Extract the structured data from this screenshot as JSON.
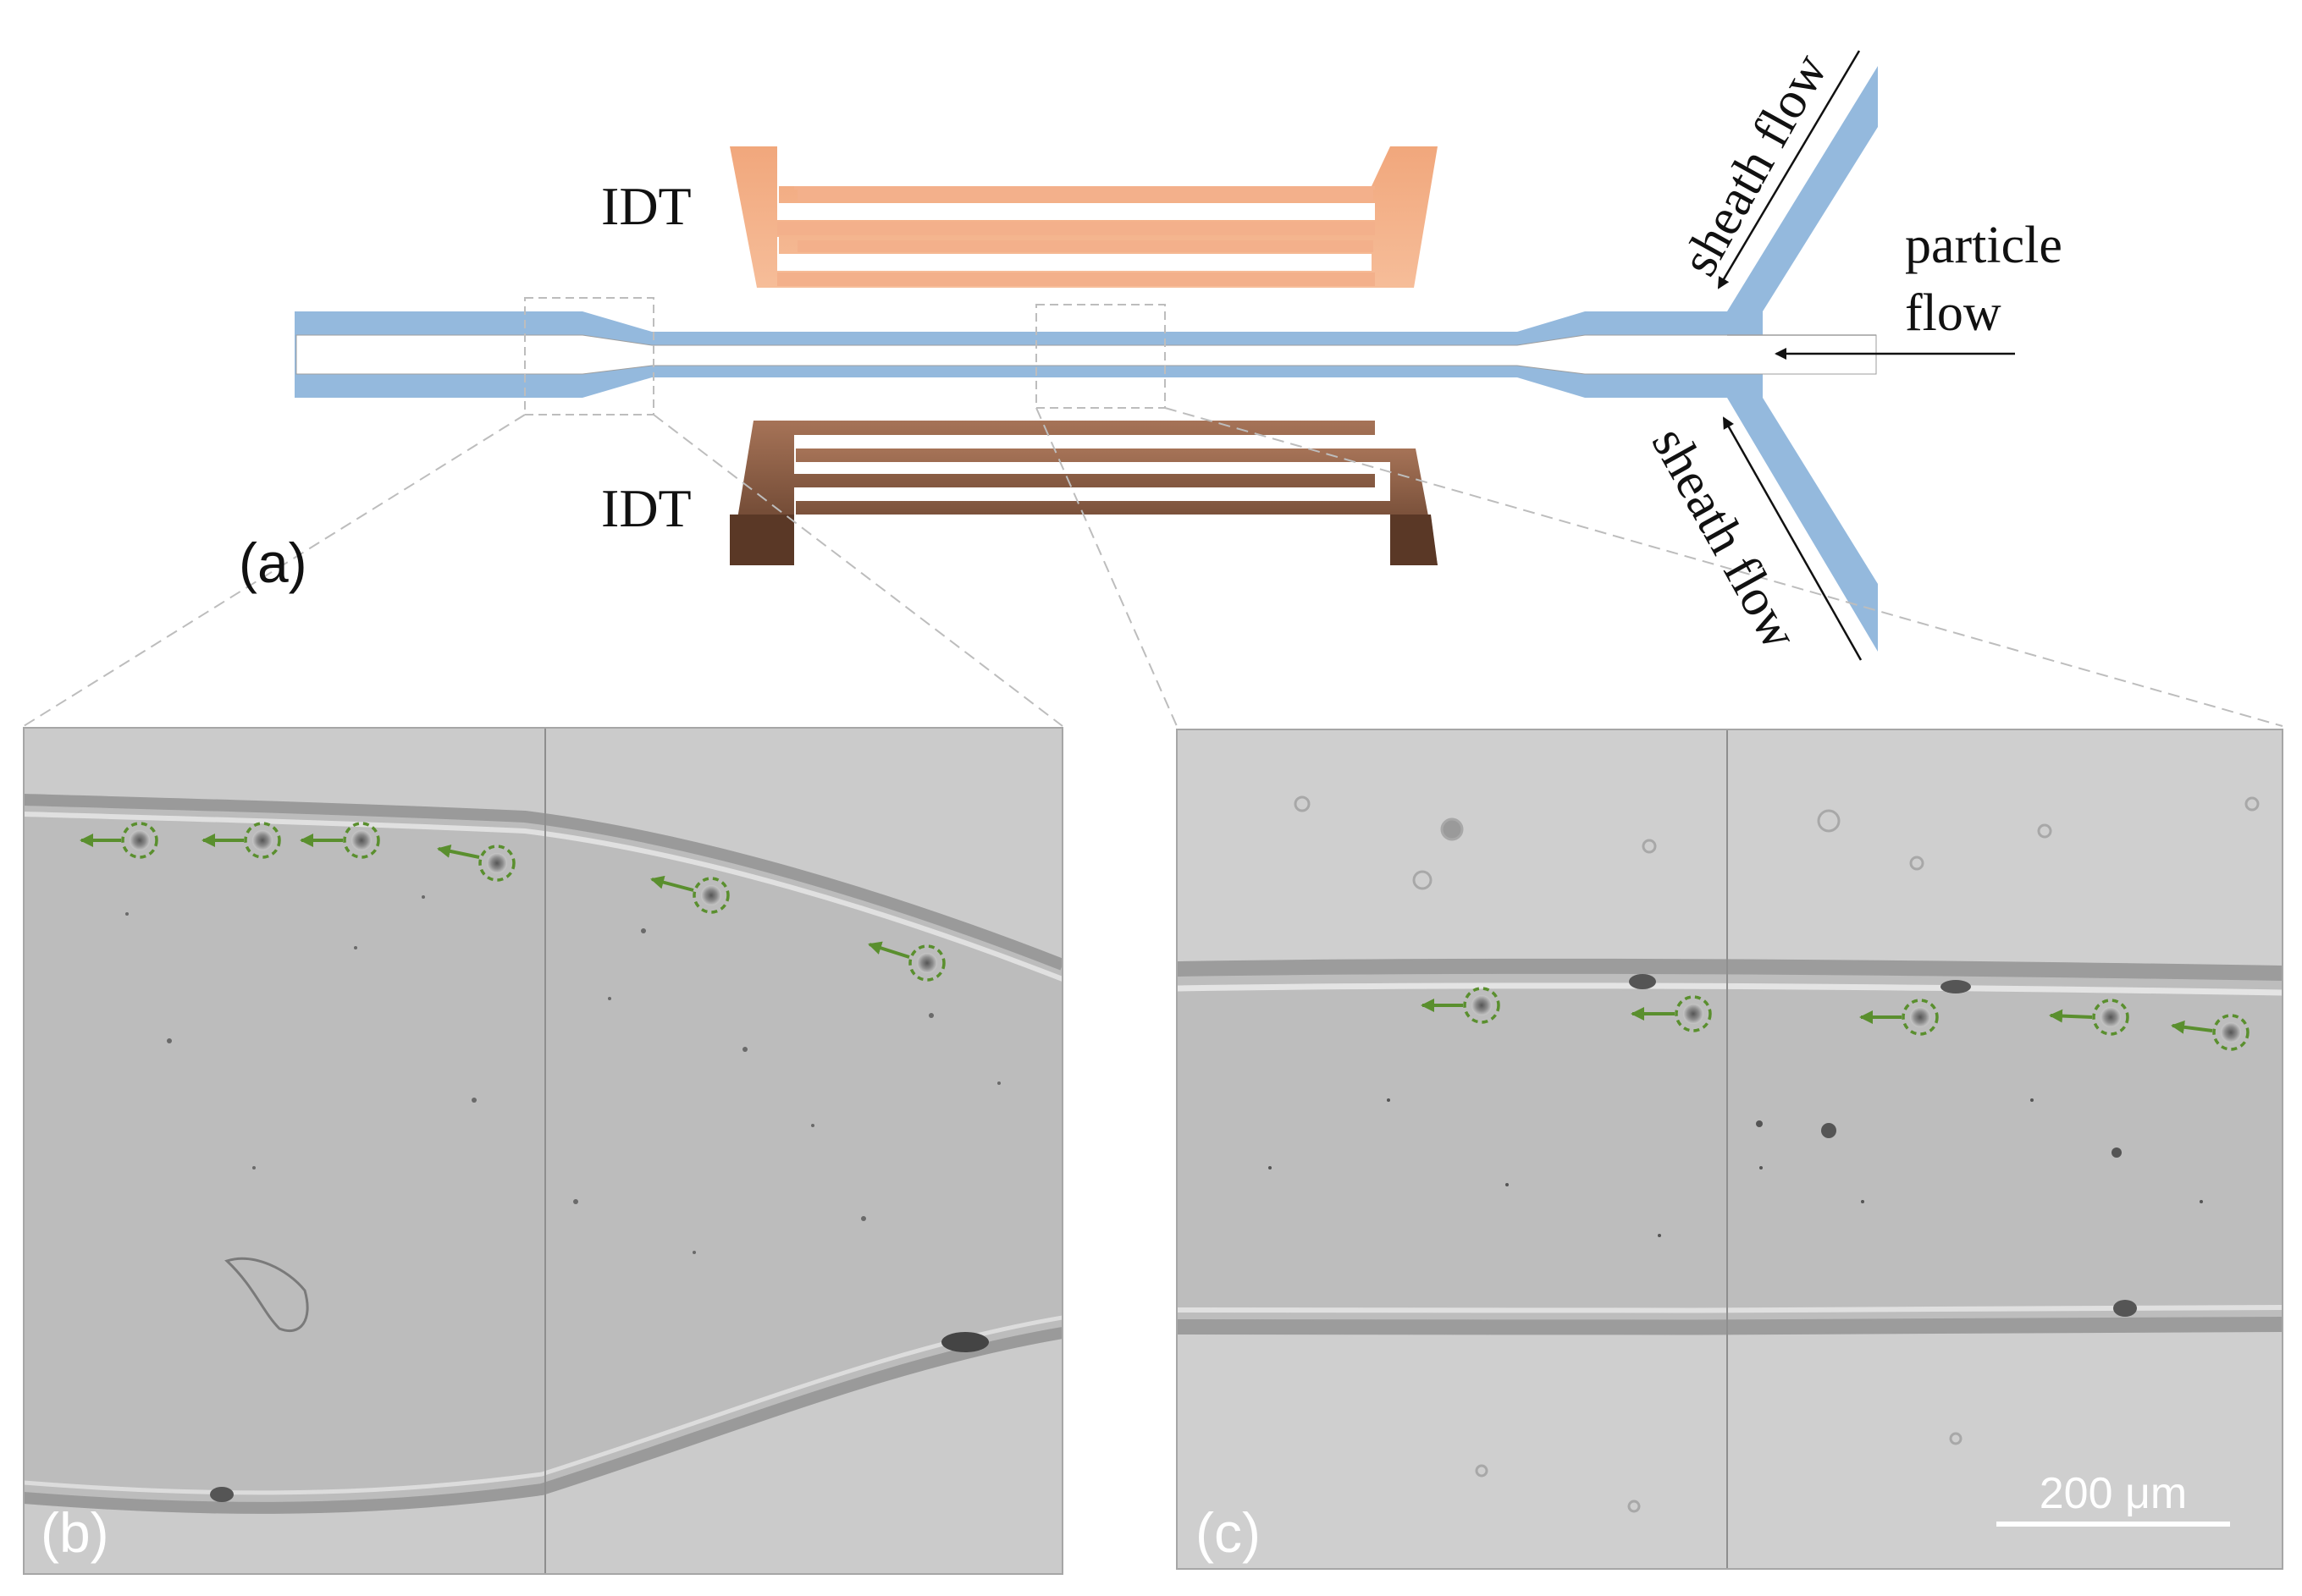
{
  "panel_a": {
    "label": "(a)",
    "idt_top_label": "IDT",
    "idt_bottom_label": "IDT",
    "sheath_flow_top": "sheath flow",
    "sheath_flow_bottom": "sheath flow",
    "particle_flow_line1": "particle",
    "particle_flow_line2": "flow"
  },
  "panel_b": {
    "label": "(b)"
  },
  "panel_c": {
    "label": "(c)",
    "scale_bar": "200 μm"
  },
  "colors": {
    "channel": "#94b9dd",
    "idt_top": "#f2ac85",
    "idt_bottom_light": "#a47156",
    "idt_bottom_dark": "#5d3b27",
    "particle_marker": "#5a8f2e",
    "micrograph_bg": "#cfcfcf",
    "micrograph_channel": "#b9b9b9"
  }
}
